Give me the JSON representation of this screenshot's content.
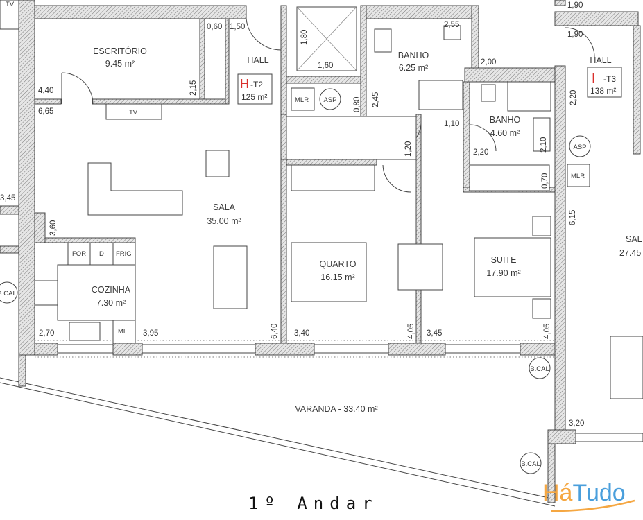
{
  "floor_title": "1º Andar",
  "logo": {
    "text_a": "Há",
    "text_b": "Tudo",
    "color_a": "#f5a742",
    "color_b": "#4a9fdc"
  },
  "colors": {
    "wall_line": "#444444",
    "unit_marker": "#d9302c"
  },
  "units": [
    {
      "letter": "H",
      "type": "-T2",
      "area": "125 m²"
    },
    {
      "letter": "I",
      "type": "-T3",
      "area": "138 m²"
    }
  ],
  "rooms": {
    "escritorio": {
      "name": "ESCRITÓRIO",
      "area": "9.45 m²"
    },
    "hall_t2": {
      "name": "HALL"
    },
    "banho1": {
      "name": "BANHO",
      "area": "6.25 m²"
    },
    "banho2": {
      "name": "BANHO",
      "area": "4.60 m²"
    },
    "hall_t3": {
      "name": "HALL"
    },
    "sala": {
      "name": "SALA",
      "area": "35.00 m²"
    },
    "quarto": {
      "name": "QUARTO",
      "area": "16.15 m²"
    },
    "suite": {
      "name": "SUITE",
      "area": "17.90 m²"
    },
    "cozinha": {
      "name": "COZINHA",
      "area": "7.30 m²"
    },
    "varanda": {
      "name": "VARANDA - 33.40 m²"
    },
    "sala_t3": {
      "name": "SAL",
      "area": "27.45"
    }
  },
  "dimensions": [
    "0,60",
    "1,50",
    "1,80",
    "1,60",
    "2,55",
    "1,90",
    "1,90",
    "2,00",
    "4,40",
    "2,15",
    "6,65",
    "0,80",
    "2,45",
    "2,20",
    "1,10",
    "1,20",
    "2,20",
    "2,10",
    "0,70",
    "3,45",
    "3,60",
    "6,15",
    "2,70",
    "3,95",
    "6,40",
    "3,40",
    "4,05",
    "3,45",
    "4,05",
    "3,20"
  ],
  "fixtures": {
    "tv_left": "TV",
    "tv_sala": "TV",
    "mlr_t2": "MLR",
    "asp_t2": "ASP",
    "mlr_t3": "MLR",
    "asp_t3": "ASP",
    "forno": "FOR",
    "d": "D",
    "frig": "FRIG",
    "mll": "MLL",
    "bcal_left": "B.CAL",
    "bcal_varanda": "B.CAL",
    "bcal_bottom": "B.CAL"
  }
}
